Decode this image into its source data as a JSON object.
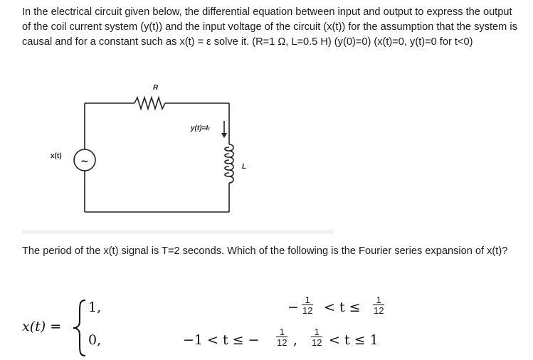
{
  "question": {
    "intro": "In the electrical circuit given below, the differential equation between input and output to express the output of the coil current system (y(t)) and the input voltage of the circuit (x(t)) for the assumption that the system is causal and for a constant such as x(t) = ε solve it. (R=1 Ω, L=0.5 H) (y(0)=0) (x(t)=0, y(t)=0 for t<0)",
    "follow_up": "The period of the x(t) signal is T=2 seconds. Which of the following is the Fourier series expansion of x(t)?"
  },
  "circuit": {
    "resistor_label": "R",
    "current_label": "y(t)=Iₗ",
    "source_label": "x(t)",
    "source_symbol": "~",
    "inductor_label": "L"
  },
  "equation": {
    "lhs": "x(t) =",
    "case1_value": "1,",
    "case2_value": "0,",
    "minus": "−",
    "lt_t_le": "< t ≤",
    "frac_num": "1",
    "frac_den": "12",
    "case2_prefix": "−1 < t ≤ −",
    "comma": ",",
    "lt_t_le_1": "< t ≤ 1"
  }
}
